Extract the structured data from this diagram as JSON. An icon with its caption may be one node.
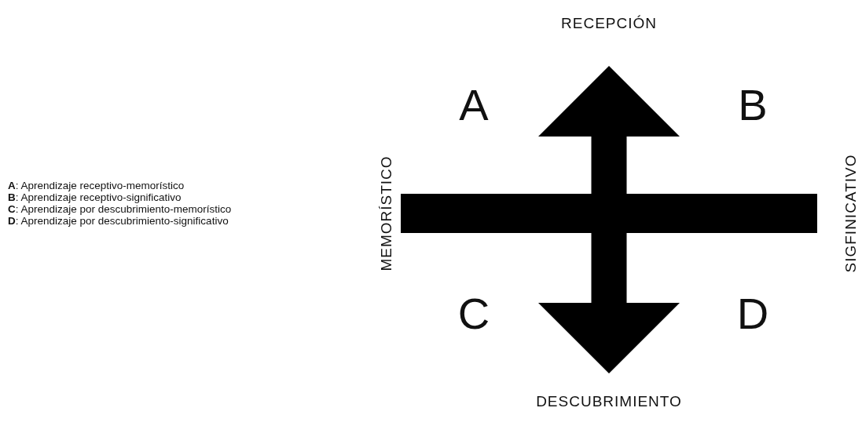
{
  "diagram": {
    "nodes": [
      {
        "text": [
          "RECEPCIÓN"
        ]
      },
      {
        "text": [
          "DESCUBRIMIENTO"
        ]
      },
      {
        "text": [
          "MEMORÍSTICO"
        ]
      },
      {
        "text": [
          "SIGFINICATIVO"
        ]
      }
    ],
    "edges": [
      {
        "from": 0,
        "to": 1,
        "arrow": "both"
      },
      {
        "from": 2,
        "to": 3,
        "arrow": "none"
      }
    ],
    "labels": [
      "A",
      "B",
      "C",
      "D",
      "**A**: Aprendizaje receptivo-memorístico",
      "**B**: Aprendizaje receptivo-significativo",
      "**C**: Aprendizaje por descubrimiento-memorístico",
      "**D**: Aprendizaje por descubrimiento-significativo"
    ]
  }
}
